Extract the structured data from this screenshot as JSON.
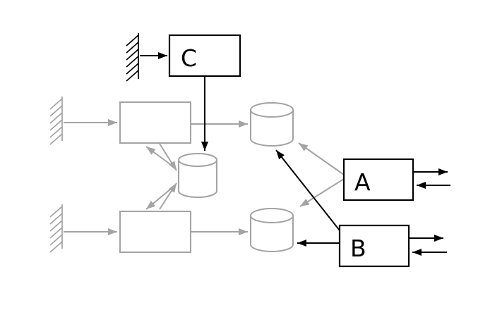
{
  "diagram": {
    "colors": {
      "black": "#000000",
      "gray": "#a3a3a3",
      "background": "#ffffff"
    },
    "nodes": {
      "box_c": {
        "label": "C",
        "style": "black"
      },
      "box_a": {
        "label": "A",
        "style": "black"
      },
      "box_b": {
        "label": "B",
        "style": "black"
      },
      "box_upper_left": {
        "label": "",
        "style": "gray"
      },
      "box_lower_left": {
        "label": "",
        "style": "gray"
      },
      "cylinder_upper": {
        "label": "",
        "style": "gray"
      },
      "cylinder_middle": {
        "label": "",
        "style": "gray"
      },
      "cylinder_lower": {
        "label": "",
        "style": "gray"
      }
    },
    "supports": [
      {
        "name": "top-support",
        "style": "black"
      },
      {
        "name": "upper-left-support",
        "style": "gray"
      },
      {
        "name": "lower-left-support",
        "style": "gray"
      }
    ],
    "edges": [
      {
        "from": "top-support",
        "to": "box_c",
        "color": "black"
      },
      {
        "from": "box_c",
        "to": "cylinder_middle",
        "color": "black"
      },
      {
        "from": "upper-left-support",
        "to": "box_upper_left",
        "color": "gray"
      },
      {
        "from": "box_upper_left",
        "to": "cylinder_upper",
        "color": "gray"
      },
      {
        "from": "cylinder_middle",
        "to": "box_upper_left",
        "color": "gray"
      },
      {
        "from": "box_upper_left",
        "to": "cylinder_middle",
        "color": "gray"
      },
      {
        "from": "lower-left-support",
        "to": "box_lower_left",
        "color": "gray"
      },
      {
        "from": "box_lower_left",
        "to": "cylinder_lower",
        "color": "gray"
      },
      {
        "from": "box_lower_left",
        "to": "cylinder_middle",
        "color": "gray"
      },
      {
        "from": "cylinder_middle",
        "to": "box_lower_left",
        "color": "gray"
      },
      {
        "from": "box_a",
        "to": "cylinder_upper",
        "color": "gray"
      },
      {
        "from": "box_a",
        "to": "cylinder_lower",
        "color": "gray"
      },
      {
        "from": "box_a",
        "to": "external-right",
        "color": "black",
        "direction": "out"
      },
      {
        "from": "external-right",
        "to": "box_a",
        "color": "black",
        "direction": "in"
      },
      {
        "from": "box_b",
        "to": "cylinder_upper",
        "color": "black"
      },
      {
        "from": "box_b",
        "to": "cylinder_lower",
        "color": "black"
      },
      {
        "from": "box_b",
        "to": "external-right",
        "color": "black",
        "direction": "out"
      },
      {
        "from": "external-right",
        "to": "box_b",
        "color": "black",
        "direction": "in"
      }
    ]
  }
}
